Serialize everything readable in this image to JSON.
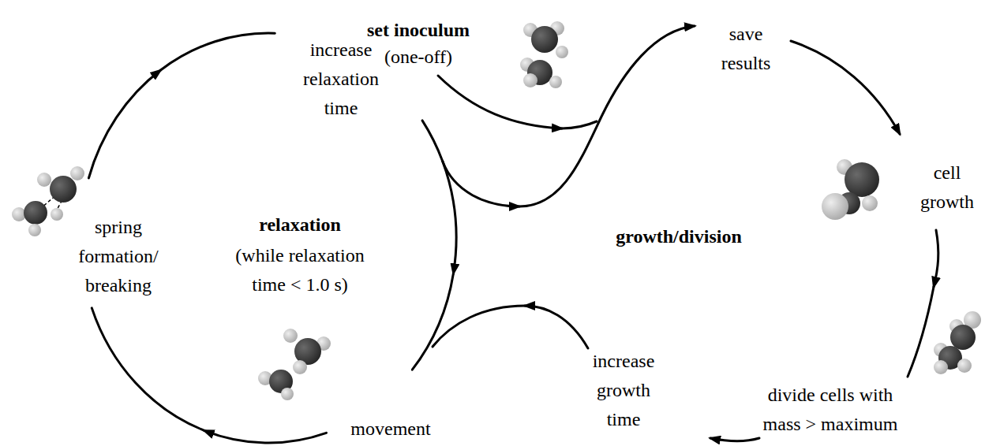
{
  "diagram": {
    "labels": [
      "set inoculum",
      "(one-off)",
      "save results",
      "cell growth",
      "divide cells with mass > maximum",
      "increase growth time",
      "growth/division",
      "relaxation",
      "(while relaxation time < 1.0 s)",
      "movement",
      "spring formation/ breaking",
      "increase relaxation time"
    ]
  }
}
